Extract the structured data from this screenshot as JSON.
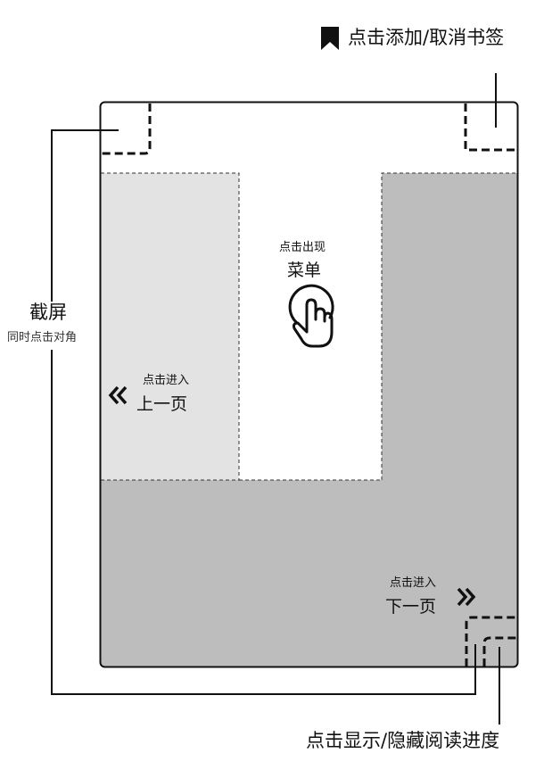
{
  "bookmark": {
    "label": "点击添加/取消书签",
    "icon": "bookmark-icon"
  },
  "screenshot": {
    "title": "截屏",
    "subtitle": "同时点击对角"
  },
  "menu": {
    "hint": "点击出现",
    "label": "菜单",
    "icon": "tap-hand-icon"
  },
  "prev_page": {
    "hint": "点击进入",
    "label": "上一页",
    "icon": "double-chevron-left-icon"
  },
  "next_page": {
    "hint": "点击进入",
    "label": "下一页",
    "icon": "double-chevron-right-icon"
  },
  "progress": {
    "label": "点击显示/隐藏阅读进度"
  },
  "colors": {
    "prev_zone": "#e3e3e3",
    "next_zone": "#bdbdbd",
    "line": "#111111"
  }
}
